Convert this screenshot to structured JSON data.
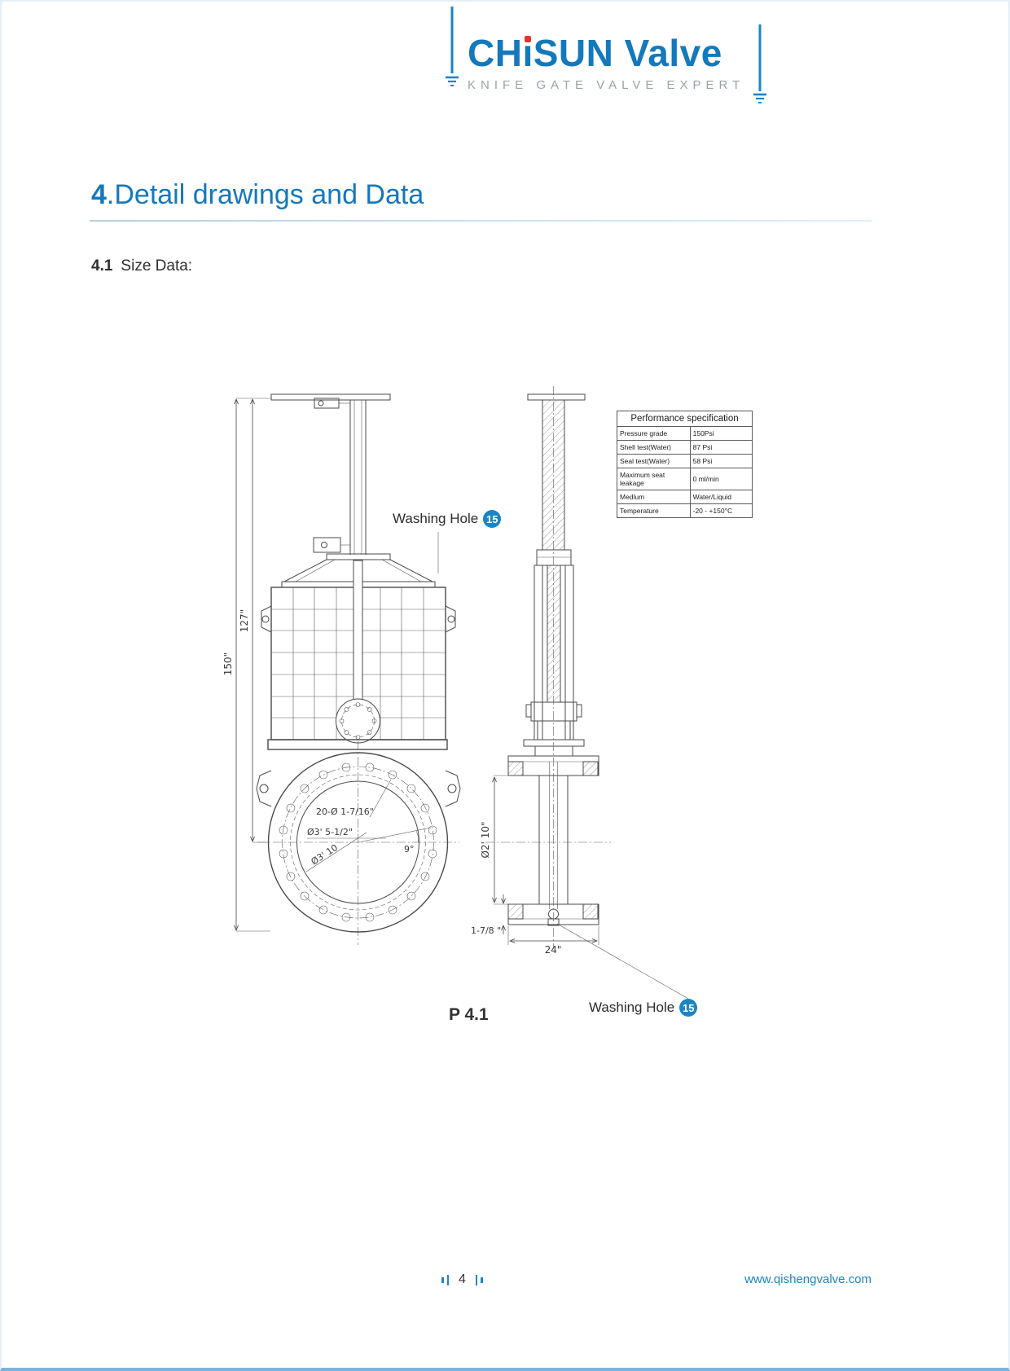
{
  "header": {
    "logo_part1": "CH",
    "logo_i": "ı",
    "logo_part2": "SUN Valve",
    "tagline": "KNIFE GATE VALVE EXPERT"
  },
  "title": {
    "number": "4",
    "rest": ".Detail drawings and Data"
  },
  "subsection": {
    "number": "4.1",
    "rest": "Size Data:"
  },
  "spec_table": {
    "title": "Performance specification",
    "rows": [
      {
        "label": "Pressure grade",
        "value": "150Psi"
      },
      {
        "label": "Shell test(Water)",
        "value": "87 Psi"
      },
      {
        "label": "Seal test(Water)",
        "value": "58 Psi"
      },
      {
        "label": "Maximum seat leakage",
        "value": "0 ml/min"
      },
      {
        "label": "Medlum",
        "value": "Water/Liquid"
      },
      {
        "label": "Temperature",
        "value": "-20 - +150°C"
      }
    ]
  },
  "drawing": {
    "caption": "P 4.1",
    "washing_hole_label": "Washing Hole",
    "washing_hole_badge": "15",
    "front_view": {
      "dim_total_height": "150\"",
      "dim_upper_height": "127\"",
      "callout_bolt_holes": "20-Ø 1-7/16\"",
      "callout_bolt_circle_dia": "Ø3'  5-1/2\"",
      "callout_bore_dia": "Ø3'  10",
      "callout_angle": "9°"
    },
    "side_view": {
      "dim_bore": "Ø2'  10\"",
      "dim_flange_thickness": "1-7/8 \"",
      "dim_face_width": "24\""
    }
  },
  "footer": {
    "page_number": "4",
    "website": "www.qishengvalve.com"
  }
}
